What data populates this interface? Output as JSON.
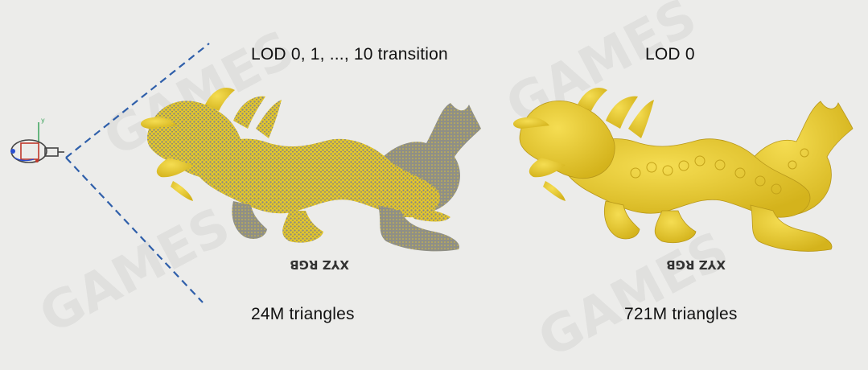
{
  "labels": {
    "left_title": "LOD 0, 1, ..., 10 transition",
    "right_title": "LOD 0",
    "left_caption": "24M triangles",
    "right_caption": "721M triangles"
  },
  "plate_text": "XYZ RGB",
  "watermark": "GAMES",
  "colors": {
    "background": "#ececea",
    "dragon": "#e8cb2e",
    "dragon_shade": "#c9a816",
    "mesh_gray": "#8f8f86",
    "frustum_line": "#2f5faa"
  },
  "icons": [
    "camera-gizmo-icon"
  ]
}
